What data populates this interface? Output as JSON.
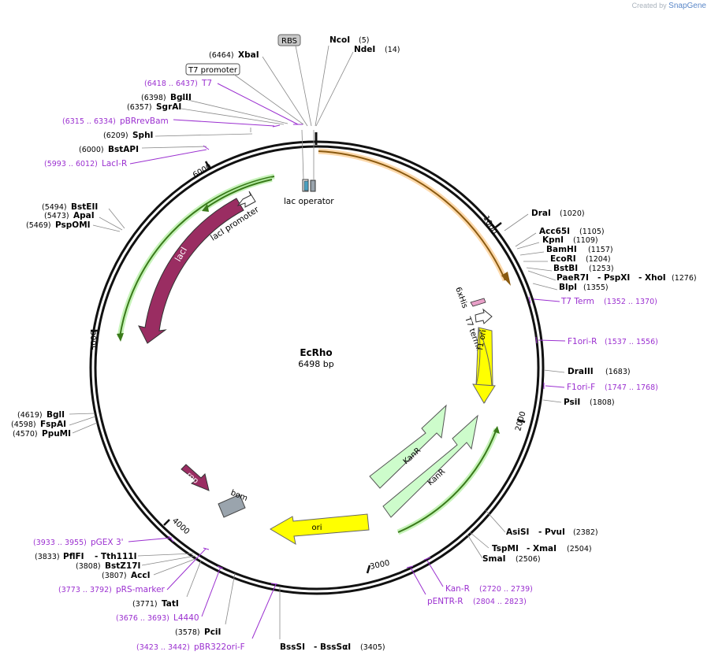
{
  "credit": {
    "prefix": "Created by",
    "brand": "SnapGene"
  },
  "plasmid": {
    "name": "EcRho",
    "size": "6498 bp"
  },
  "ticks": [
    "1000",
    "2000",
    "3000",
    "4000",
    "5000",
    "6000"
  ],
  "colors": {
    "primer": "#9b30d0",
    "orf": "#fbbf73",
    "lacI": "#9a2d62",
    "kanR": "#cdfccb",
    "ori": "#ffff00",
    "rop": "#9a2d62",
    "bom": "#9aa4ad"
  },
  "enzymes_right": [
    {
      "name": "NcoI",
      "pos": "(5)"
    },
    {
      "name": "NdeI",
      "pos": "(14)"
    },
    {
      "name": "DraI",
      "pos": "(1020)"
    },
    {
      "name": "Acc65I",
      "pos": "(1105)"
    },
    {
      "name": "KpnI",
      "pos": "(1109)"
    },
    {
      "name": "BamHI",
      "pos": "(1157)"
    },
    {
      "name": "EcoRI",
      "pos": "(1204)"
    },
    {
      "name": "BstBI",
      "pos": "(1253)"
    },
    {
      "name": "PaeR7I",
      "extra": "- PspXI",
      "extra2": "- XhoI",
      "pos": "(1276)"
    },
    {
      "name": "BlpI",
      "pos": "(1355)"
    },
    {
      "name": "DraIII",
      "pos": "(1683)"
    },
    {
      "name": "PsiI",
      "pos": "(1808)"
    },
    {
      "name": "AsiSI",
      "extra": "- PvuI",
      "pos": "(2382)"
    },
    {
      "name": "TspMI",
      "extra": "- XmaI",
      "pos": "(2504)"
    },
    {
      "name": "SmaI",
      "pos": "(2506)"
    },
    {
      "name": "BssSI",
      "extra": "- BssSαI",
      "pos": "(3405)"
    }
  ],
  "enzymes_left": [
    {
      "name": "XbaI",
      "pos": "(6464)"
    },
    {
      "name": "BglII",
      "pos": "(6398)"
    },
    {
      "name": "SgrAI",
      "pos": "(6357)"
    },
    {
      "name": "SphI",
      "pos": "(6209)"
    },
    {
      "name": "BstAPI",
      "pos": "(6000)"
    },
    {
      "name": "BstEII",
      "pos": "(5494)"
    },
    {
      "name": "ApaI",
      "pos": "(5473)"
    },
    {
      "name": "PspOMI",
      "pos": "(5469)"
    },
    {
      "name": "BglI",
      "pos": "(4619)"
    },
    {
      "name": "FspAI",
      "pos": "(4598)"
    },
    {
      "name": "PpuMI",
      "pos": "(4570)"
    },
    {
      "name": "PflFI",
      "extra": "- Tth111I",
      "pos": "(3833)"
    },
    {
      "name": "BstZ17I",
      "pos": "(3808)"
    },
    {
      "name": "AccI",
      "pos": "(3807)"
    },
    {
      "name": "TatI",
      "pos": "(3771)"
    },
    {
      "name": "PciI",
      "pos": "(3578)"
    }
  ],
  "primers": [
    {
      "name": "T7",
      "pos": "(6418 .. 6437)"
    },
    {
      "name": "pBRrevBam",
      "pos": "(6315 .. 6334)"
    },
    {
      "name": "LacI-R",
      "pos": "(5993 .. 6012)"
    },
    {
      "name": "T7 Term",
      "pos": "(1352 .. 1370)"
    },
    {
      "name": "F1ori-R",
      "pos": "(1537 .. 1556)"
    },
    {
      "name": "F1ori-F",
      "pos": "(1747 .. 1768)"
    },
    {
      "name": "Kan-R",
      "pos": "(2720 .. 2739)"
    },
    {
      "name": "pENTR-R",
      "pos": "(2804 .. 2823)"
    },
    {
      "name": "pGEX 3'",
      "pos": "(3933 .. 3955)"
    },
    {
      "name": "pRS-marker",
      "pos": "(3773 .. 3792)"
    },
    {
      "name": "L4440",
      "pos": "(3676 .. 3693)"
    },
    {
      "name": "pBR322ori-F",
      "pos": "(3423 .. 3442)"
    }
  ],
  "features": {
    "rbs": "RBS",
    "t7promoter": "T7 promoter",
    "lac_operator": "lac operator",
    "laci_promoter": "lacI promoter",
    "laci": "lacI",
    "his": "6xHis",
    "t7term": "T7 terminator",
    "f1ori": "f1 ori",
    "kanr1": "KanR",
    "kanr2": "KanR",
    "ori": "ori",
    "rop": "rop",
    "bom": "bom"
  }
}
